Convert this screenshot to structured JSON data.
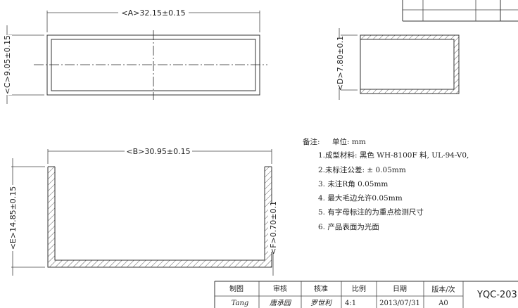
{
  "dimensions": {
    "a": "<A>32.15±0.15",
    "b": "<B>30.95±0.15",
    "c": "<C>9.05±0.15",
    "d": "<D>7.80±0.1",
    "e": "<E>14.85±0.15",
    "f": "<F>0.70±0.1"
  },
  "notes": {
    "header": "备注:",
    "unit": "单位: mm",
    "items": [
      "1.成型材料: 黑色 WH-8100F 料, UL-94-V0,",
      "2.未标注公差:  ± 0.05mm",
      "3.  未注R角 0.05mm",
      "4.  最大毛边允许0.05mm",
      "5.  有字母标注的为重点检测尺寸",
      "6.  产品表面为光面"
    ]
  },
  "title_block": {
    "headers": [
      "制图",
      "审核",
      "核准",
      "比例",
      "日期",
      "版本/次"
    ],
    "values": [
      "Tang",
      "唐承园",
      "罗世利",
      "4:1",
      "2013/07/31",
      "A0"
    ],
    "drawing_number": "YQC-203"
  }
}
